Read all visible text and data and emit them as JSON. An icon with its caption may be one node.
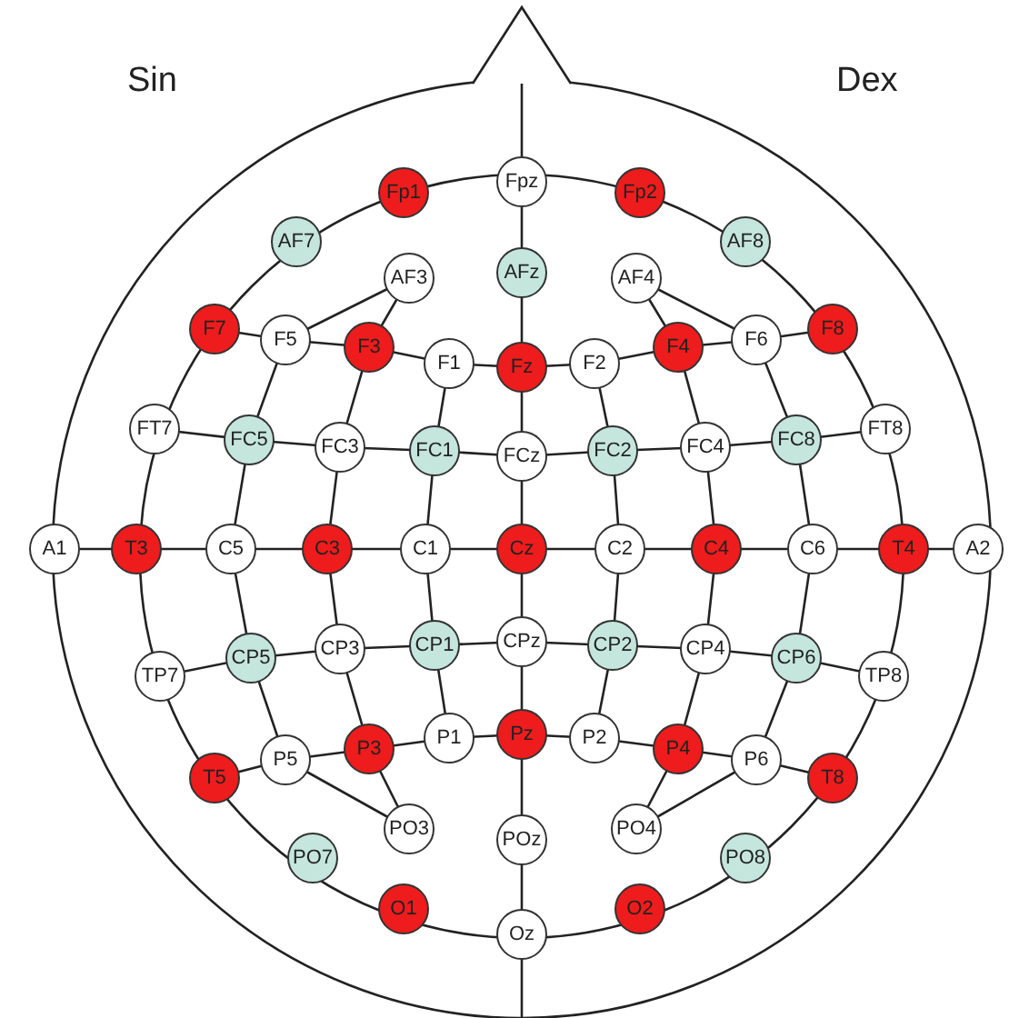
{
  "diagram": {
    "nodes": [
      {
        "text": [
          "Fp1"
        ]
      },
      {
        "text": [
          "Fpz"
        ]
      },
      {
        "text": [
          "Fp2"
        ]
      },
      {
        "text": [
          "AF7"
        ]
      },
      {
        "text": [
          "AF3"
        ]
      },
      {
        "text": [
          "AFz"
        ]
      },
      {
        "text": [
          "AF4"
        ]
      },
      {
        "text": [
          "AF8"
        ]
      },
      {
        "text": [
          "F7"
        ]
      },
      {
        "text": [
          "F5"
        ]
      },
      {
        "text": [
          "F3"
        ]
      },
      {
        "text": [
          "F1"
        ]
      },
      {
        "text": [
          "Fz"
        ]
      },
      {
        "text": [
          "F2"
        ]
      },
      {
        "text": [
          "F4"
        ]
      },
      {
        "text": [
          "F6"
        ]
      },
      {
        "text": [
          "F8"
        ]
      },
      {
        "text": [
          "FT7"
        ]
      },
      {
        "text": [
          "FC5"
        ]
      },
      {
        "text": [
          "FC3"
        ]
      },
      {
        "text": [
          "FC1"
        ]
      },
      {
        "text": [
          "FCz"
        ]
      },
      {
        "text": [
          "FC2"
        ]
      },
      {
        "text": [
          "FC4"
        ]
      },
      {
        "text": [
          "FC8"
        ]
      },
      {
        "text": [
          "FT8"
        ]
      },
      {
        "text": [
          "A1"
        ]
      },
      {
        "text": [
          "T3"
        ]
      },
      {
        "text": [
          "C5"
        ]
      },
      {
        "text": [
          "C3"
        ]
      },
      {
        "text": [
          "C1"
        ]
      },
      {
        "text": [
          "Cz"
        ]
      },
      {
        "text": [
          "C2"
        ]
      },
      {
        "text": [
          "C4"
        ]
      },
      {
        "text": [
          "C6"
        ]
      },
      {
        "text": [
          "T4"
        ]
      },
      {
        "text": [
          "A2"
        ]
      },
      {
        "text": [
          "TP7"
        ]
      },
      {
        "text": [
          "CP5"
        ]
      },
      {
        "text": [
          "CP3"
        ]
      },
      {
        "text": [
          "CP1"
        ]
      },
      {
        "text": [
          "CPz"
        ]
      },
      {
        "text": [
          "CP2"
        ]
      },
      {
        "text": [
          "CP4"
        ]
      },
      {
        "text": [
          "CP6"
        ]
      },
      {
        "text": [
          "TP8"
        ]
      },
      {
        "text": [
          "T5"
        ]
      },
      {
        "text": [
          "P5"
        ]
      },
      {
        "text": [
          "P3"
        ]
      },
      {
        "text": [
          "P1"
        ]
      },
      {
        "text": [
          "Pz"
        ]
      },
      {
        "text": [
          "P2"
        ]
      },
      {
        "text": [
          "P4"
        ]
      },
      {
        "text": [
          "P6"
        ]
      },
      {
        "text": [
          "T8"
        ]
      },
      {
        "text": [
          "PO7"
        ]
      },
      {
        "text": [
          "PO3"
        ]
      },
      {
        "text": [
          "POz"
        ]
      },
      {
        "text": [
          "PO4"
        ]
      },
      {
        "text": [
          "PO8"
        ]
      },
      {
        "text": [
          "O1"
        ]
      },
      {
        "text": [
          "Oz"
        ]
      },
      {
        "text": [
          "O2"
        ]
      }
    ],
    "labels": [
      "Sin",
      "Dex"
    ]
  }
}
